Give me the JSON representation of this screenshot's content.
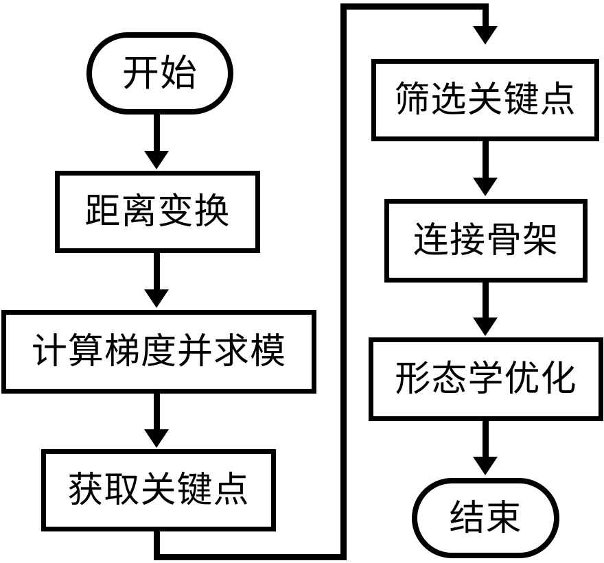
{
  "diagram": {
    "title": "",
    "colors": {
      "stroke": "#000000",
      "fill": "#ffffff",
      "text": "#000000"
    },
    "nodes": {
      "start": {
        "label": "开始",
        "shape": "terminator"
      },
      "distance_transform": {
        "label": "距离变换",
        "shape": "process"
      },
      "gradient_magnitude": {
        "label": "计算梯度并求模",
        "shape": "process"
      },
      "get_keypoints": {
        "label": "获取关键点",
        "shape": "process"
      },
      "filter_keypoints": {
        "label": "筛选关键点",
        "shape": "process"
      },
      "connect_skeleton": {
        "label": "连接骨架",
        "shape": "process"
      },
      "morphological_optimization": {
        "label": "形态学优化",
        "shape": "process"
      },
      "end": {
        "label": "结束",
        "shape": "terminator"
      }
    },
    "edges": [
      {
        "from": "start",
        "to": "distance_transform",
        "label": ""
      },
      {
        "from": "distance_transform",
        "to": "gradient_magnitude",
        "label": ""
      },
      {
        "from": "gradient_magnitude",
        "to": "get_keypoints",
        "label": ""
      },
      {
        "from": "get_keypoints",
        "to": "filter_keypoints",
        "label": ""
      },
      {
        "from": "filter_keypoints",
        "to": "connect_skeleton",
        "label": ""
      },
      {
        "from": "connect_skeleton",
        "to": "morphological_optimization",
        "label": ""
      },
      {
        "from": "morphological_optimization",
        "to": "end",
        "label": ""
      }
    ]
  }
}
